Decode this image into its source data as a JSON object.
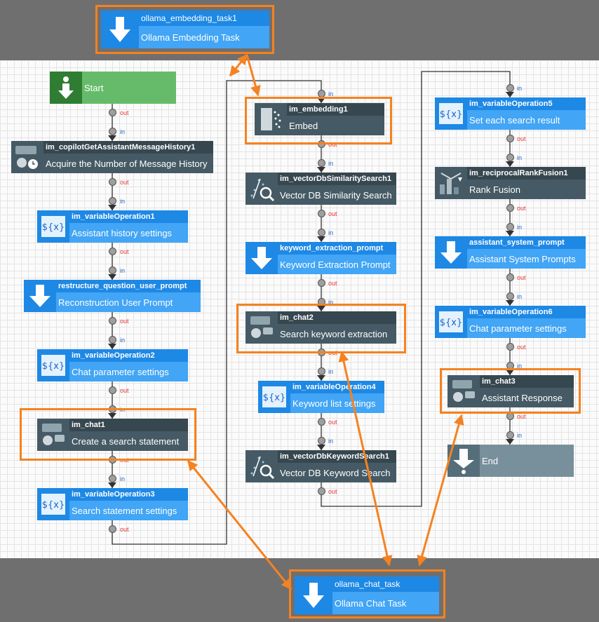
{
  "colors": {
    "accent": "#f58220",
    "node_blue": "#42a5f5",
    "node_dark": "#455a64",
    "node_green": "#66bb6a",
    "node_gray": "#78909c"
  },
  "port_labels": {
    "in": "in",
    "out": "out"
  },
  "external_tasks": {
    "embedding": {
      "id": "ollama_embedding_task1",
      "label": "Ollama Embedding Task",
      "icon": "arrow-down-icon"
    },
    "chat": {
      "id": "ollama_chat_task",
      "label": "Ollama Chat Task",
      "icon": "arrow-down-icon"
    }
  },
  "col1": {
    "start": {
      "label": "Start",
      "icon": "start-icon"
    },
    "n1": {
      "id": "im_copilotGetAssistantMessageHistory1",
      "label": "Acquire the Number of Message History",
      "icon": "chat-history-icon"
    },
    "n2": {
      "id": "im_variableOperation1",
      "label": "Assistant history settings",
      "icon": "variable-icon"
    },
    "n3": {
      "id": "restructure_question_user_prompt",
      "label": "Reconstruction User Prompt",
      "icon": "arrow-down-icon"
    },
    "n4": {
      "id": "im_variableOperation2",
      "label": "Chat parameter settings",
      "icon": "variable-icon"
    },
    "n5": {
      "id": "im_chat1",
      "label": "Create a search statement",
      "icon": "chat-bot-icon"
    },
    "n6": {
      "id": "im_variableOperation3",
      "label": "Search statement settings",
      "icon": "variable-icon"
    }
  },
  "col2": {
    "n1": {
      "id": "im_embedding1",
      "label": "Embed",
      "icon": "embedding-icon"
    },
    "n2": {
      "id": "im_vectorDbSimilaritySearch1",
      "label": "Vector DB Similarity Search",
      "icon": "vector-search-icon"
    },
    "n3": {
      "id": "keyword_extraction_prompt",
      "label": "Keyword Extraction Prompt",
      "icon": "arrow-down-icon"
    },
    "n4": {
      "id": "im_chat2",
      "label": "Search keyword extraction",
      "icon": "chat-bot-icon"
    },
    "n5": {
      "id": "im_variableOperation4",
      "label": "Keyword list settings",
      "icon": "variable-icon"
    },
    "n6": {
      "id": "im_vectorDbKeywordSearch1",
      "label": "Vector DB Keyword Search",
      "icon": "vector-search-icon"
    }
  },
  "col3": {
    "n1": {
      "id": "im_variableOperation5",
      "label": "Set each search result",
      "icon": "variable-icon"
    },
    "n2": {
      "id": "im_reciprocalRankFusion1",
      "label": "Rank Fusion",
      "icon": "rank-fusion-icon"
    },
    "n3": {
      "id": "assistant_system_prompt",
      "label": "Assistant System Prompts",
      "icon": "arrow-down-icon"
    },
    "n4": {
      "id": "im_variableOperation6",
      "label": "Chat parameter settings",
      "icon": "variable-icon"
    },
    "n5": {
      "id": "im_chat3",
      "label": "Assistant Response",
      "icon": "chat-bot-icon"
    },
    "end": {
      "label": "End",
      "icon": "end-icon"
    }
  }
}
